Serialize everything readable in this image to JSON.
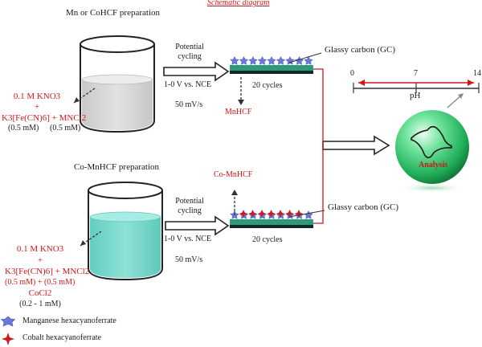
{
  "diagram": {
    "title": "Schematic diagram",
    "top_panel": {
      "heading": "Mn or CoHCF preparation",
      "solution_lines": [
        "0.1 M KNO3",
        "+",
        "K3[Fe(CN)6] + MNCl2"
      ],
      "concentrations": [
        "(0.5 mM)",
        "(0.5 mM)"
      ],
      "process_lines": [
        "Potential",
        "cycling"
      ],
      "voltage": "1-0 V vs. NCE",
      "scan_rate": "50 mV/s",
      "cycles": "20 cycles",
      "electrode_label": "Glassy carbon (GC)",
      "product": "MnHCF"
    },
    "bottom_panel": {
      "heading": "Co-MnHCF preparation",
      "solution_lines": [
        "0.1 M KNO3",
        "+",
        "K3[Fe(CN)6] + MNCl2",
        "(0.5 mM) + (0.5 mM)",
        "CoCl2",
        "(0.2 - 1 mM)"
      ],
      "process_lines": [
        "Potential",
        "cycling"
      ],
      "voltage": "1-0 V vs. NCE",
      "scan_rate": "50 mV/s",
      "cycles": "20 cycles",
      "electrode_label": "Glassy carbon (GC)",
      "product": "Co-MnHCF"
    },
    "ph_scale": {
      "label": "pH",
      "min": "0",
      "mid": "7",
      "max": "14"
    },
    "analysis_label": "Analysis",
    "legend": [
      "Manganese hexacyanoferrate",
      "Cobalt hexacyanoferrate"
    ],
    "colors": {
      "accent_red": "#d01818",
      "top_solution": "#dcdcdc",
      "bottom_solution": "#7fd8cc",
      "electrode": "#2f9a7a",
      "manganese_marker": "#6a78d8",
      "sphere": "#2ecc72"
    }
  }
}
